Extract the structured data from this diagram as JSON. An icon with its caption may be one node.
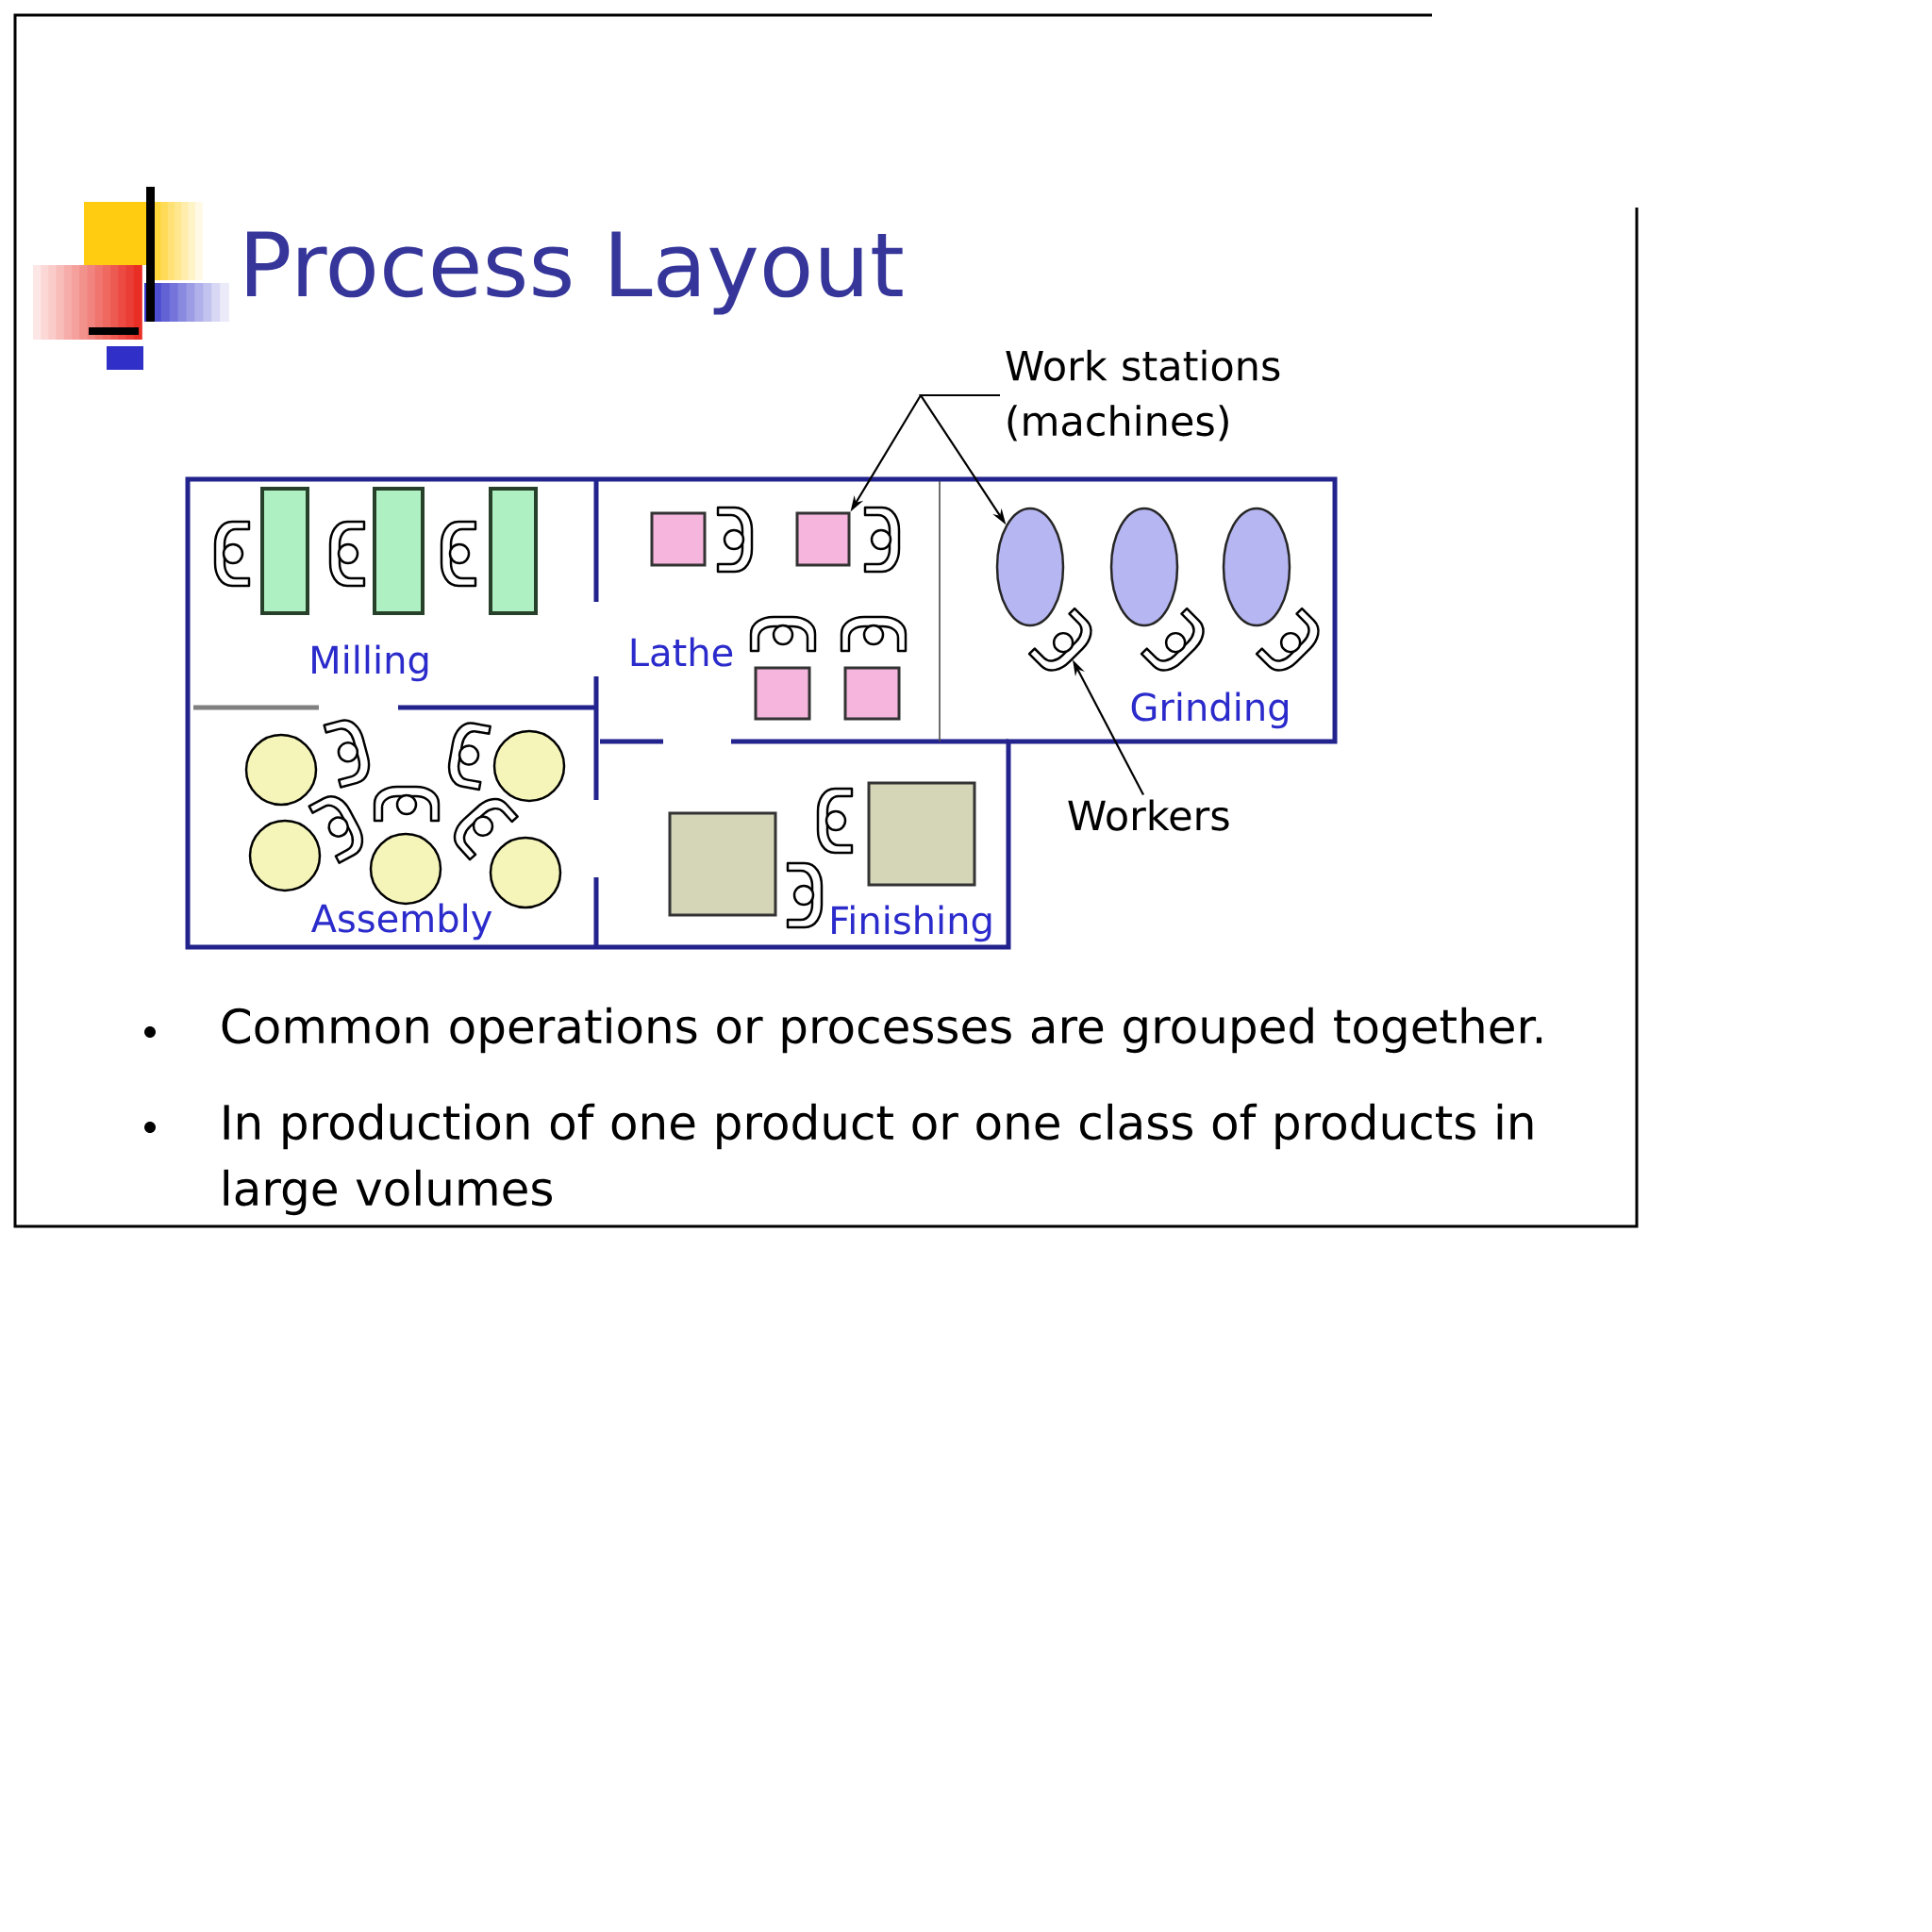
{
  "diagram": {
    "title": "Process Layout",
    "nodes": [
      {
        "text": [
          "Work stations (machines)"
        ]
      },
      {
        "text": [],
        "shape": "box"
      },
      {
        "text": [],
        "shape": "box"
      },
      {
        "text": [],
        "shape": "box"
      },
      {
        "text": [],
        "shape": "person"
      },
      {
        "text": [],
        "shape": "person"
      },
      {
        "text": [],
        "shape": "person"
      },
      {
        "text": [],
        "shape": "box"
      },
      {
        "text": [],
        "shape": "box"
      },
      {
        "text": [],
        "shape": "box"
      },
      {
        "text": [],
        "shape": "box"
      },
      {
        "text": [],
        "shape": "person"
      },
      {
        "text": [],
        "shape": "person"
      },
      {
        "text": [],
        "shape": "person"
      },
      {
        "text": [],
        "shape": "person"
      },
      {
        "text": [],
        "shape": "ellipse"
      },
      {
        "text": [],
        "shape": "ellipse"
      },
      {
        "text": [],
        "shape": "ellipse"
      },
      {
        "text": [],
        "shape": "person"
      },
      {
        "text": [],
        "shape": "person"
      },
      {
        "text": [],
        "shape": "person"
      },
      {
        "text": [],
        "shape": "circle"
      },
      {
        "text": [],
        "shape": "circle"
      },
      {
        "text": [],
        "shape": "circle"
      },
      {
        "text": [],
        "shape": "circle"
      },
      {
        "text": [],
        "shape": "circle"
      },
      {
        "text": [],
        "shape": "person"
      },
      {
        "text": [],
        "shape": "person"
      },
      {
        "text": [],
        "shape": "person"
      },
      {
        "text": [],
        "shape": "person"
      },
      {
        "text": [],
        "shape": "person"
      },
      {
        "text": [],
        "shape": "box"
      },
      {
        "text": [],
        "shape": "box"
      },
      {
        "text": [],
        "shape": "person"
      },
      {
        "text": [],
        "shape": "person"
      },
      {
        "text": [
          "Workers"
        ]
      }
    ],
    "edges": [
      {
        "from": 0,
        "to": 8,
        "arrow": "to"
      },
      {
        "from": 0,
        "to": 15,
        "arrow": "to"
      },
      {
        "from": 35,
        "to": 18,
        "arrow": "to"
      }
    ],
    "labels": [
      "Milling",
      "Lathe",
      "Grinding",
      "Assembly",
      "Finishing",
      "Common operations or processes are grouped together.",
      "In production of one product or one class of products in large volumes"
    ]
  }
}
